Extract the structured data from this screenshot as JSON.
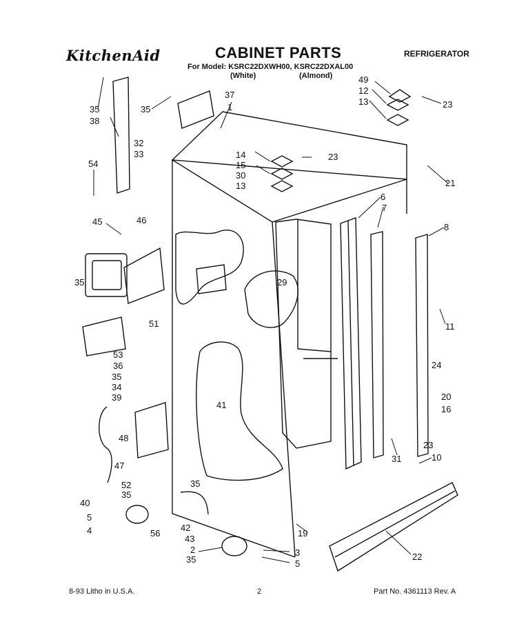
{
  "header": {
    "brand": "KitchenAid",
    "title": "CABINET PARTS",
    "category": "REFRIGERATOR",
    "model_line": "For Model: KSRC22DXWH00, KSRC22DXAL00",
    "variant_white": "(White)",
    "variant_almond": "(Almond)"
  },
  "callouts": [
    "35",
    "38",
    "37",
    "35",
    "1",
    "54",
    "32",
    "33",
    "45",
    "46",
    "35",
    "51",
    "53",
    "36",
    "35",
    "34",
    "39",
    "48",
    "47",
    "40",
    "5",
    "4",
    "52",
    "35",
    "56",
    "42",
    "43",
    "35",
    "2",
    "3",
    "5",
    "19",
    "22",
    "29",
    "41",
    "14",
    "15",
    "30",
    "13",
    "23",
    "49",
    "12",
    "13",
    "23",
    "21",
    "6",
    "7",
    "8",
    "11",
    "24",
    "20",
    "16",
    "23",
    "31",
    "10",
    "35"
  ],
  "footer": {
    "left": "8-93 Litho in U.S.A.",
    "center": "2",
    "right": "Part No. 4361113 Rev. A"
  }
}
